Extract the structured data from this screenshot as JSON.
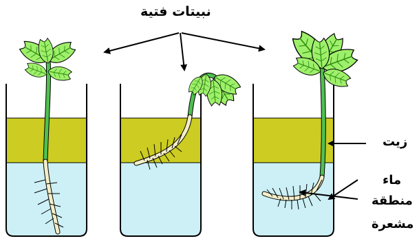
{
  "title": "نبيتات فتية",
  "labels": {
    "oil": "زيت",
    "water": "ماء",
    "root_hair_zone_line1": "منطقة",
    "root_hair_zone_line2": "مشعرة"
  },
  "colors": {
    "oil": "#cccc22",
    "water": "#ccf0f6",
    "leaf": "#9ef06a",
    "leaf_dark": "#36a010",
    "stem": "#50c050",
    "root": "#f4eec8",
    "outline": "#000000"
  }
}
